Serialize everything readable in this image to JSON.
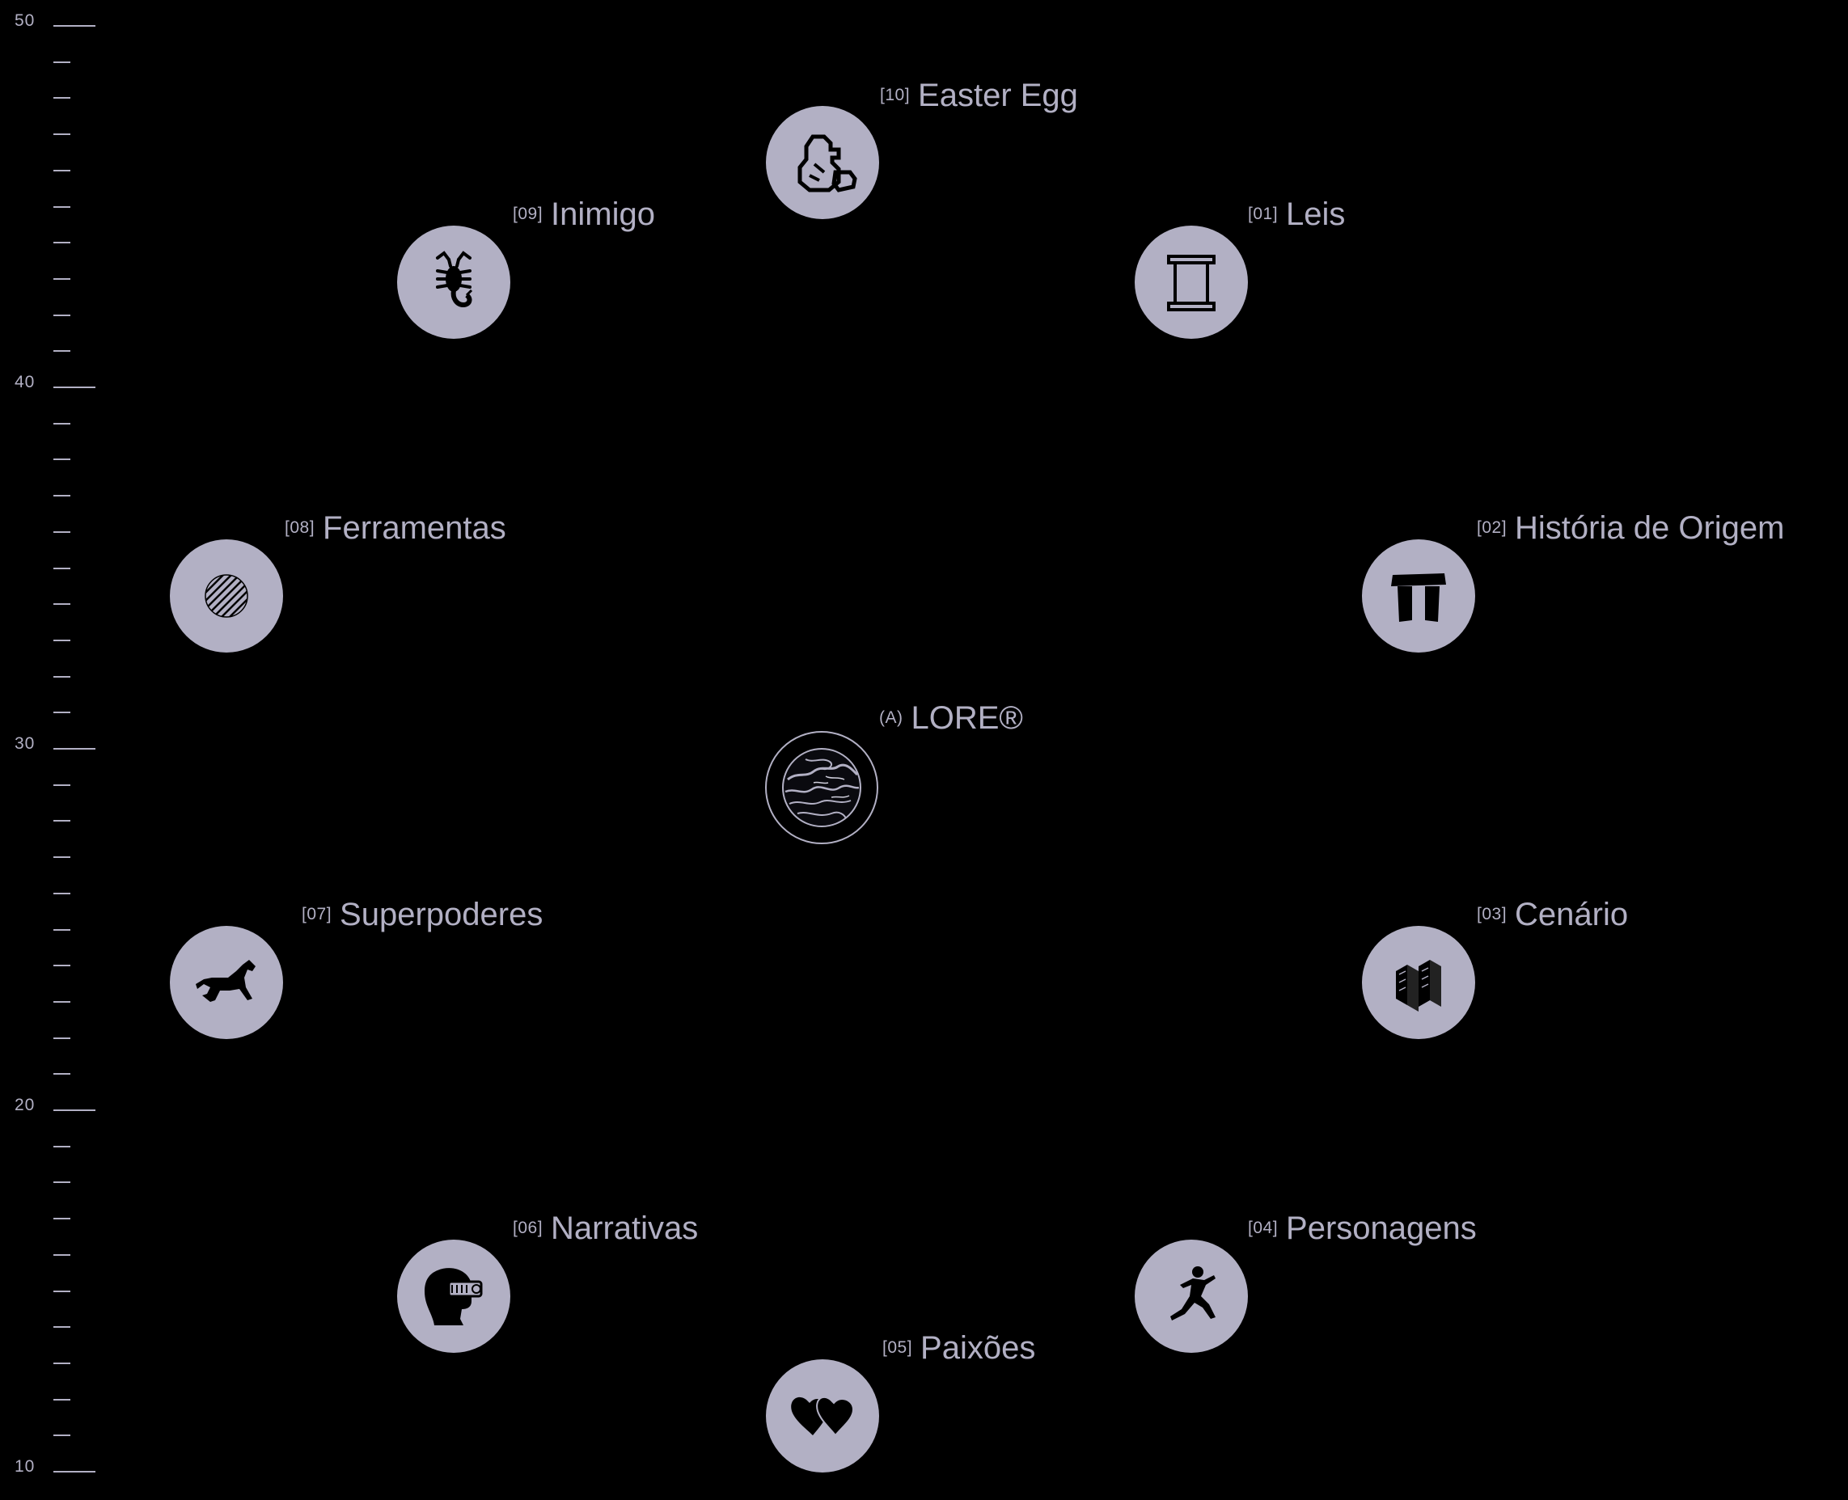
{
  "ruler": {
    "labels": [
      "50",
      "40",
      "30",
      "20",
      "10"
    ]
  },
  "center": {
    "num": "(A)",
    "title": "LORE®",
    "icon": "earth-globe-icon"
  },
  "nodes": [
    {
      "num": "[10]",
      "title": "Easter Egg",
      "icon": "egg-icon"
    },
    {
      "num": "[01]",
      "title": "Leis",
      "icon": "column-icon"
    },
    {
      "num": "[02]",
      "title": "História de Origem",
      "icon": "stonehenge-icon"
    },
    {
      "num": "[03]",
      "title": "Cenário",
      "icon": "buildings-icon"
    },
    {
      "num": "[04]",
      "title": "Personagens",
      "icon": "running-person-icon"
    },
    {
      "num": "[05]",
      "title": "Paixões",
      "icon": "hearts-icon"
    },
    {
      "num": "[06]",
      "title": "Narrativas",
      "icon": "head-vr-icon"
    },
    {
      "num": "[07]",
      "title": "Superpoderes",
      "icon": "horse-icon"
    },
    {
      "num": "[08]",
      "title": "Ferramentas",
      "icon": "striped-sphere-icon"
    },
    {
      "num": "[09]",
      "title": "Inimigo",
      "icon": "scorpion-icon"
    }
  ],
  "colors": {
    "background": "#000000",
    "foreground": "#b2b0c4"
  }
}
